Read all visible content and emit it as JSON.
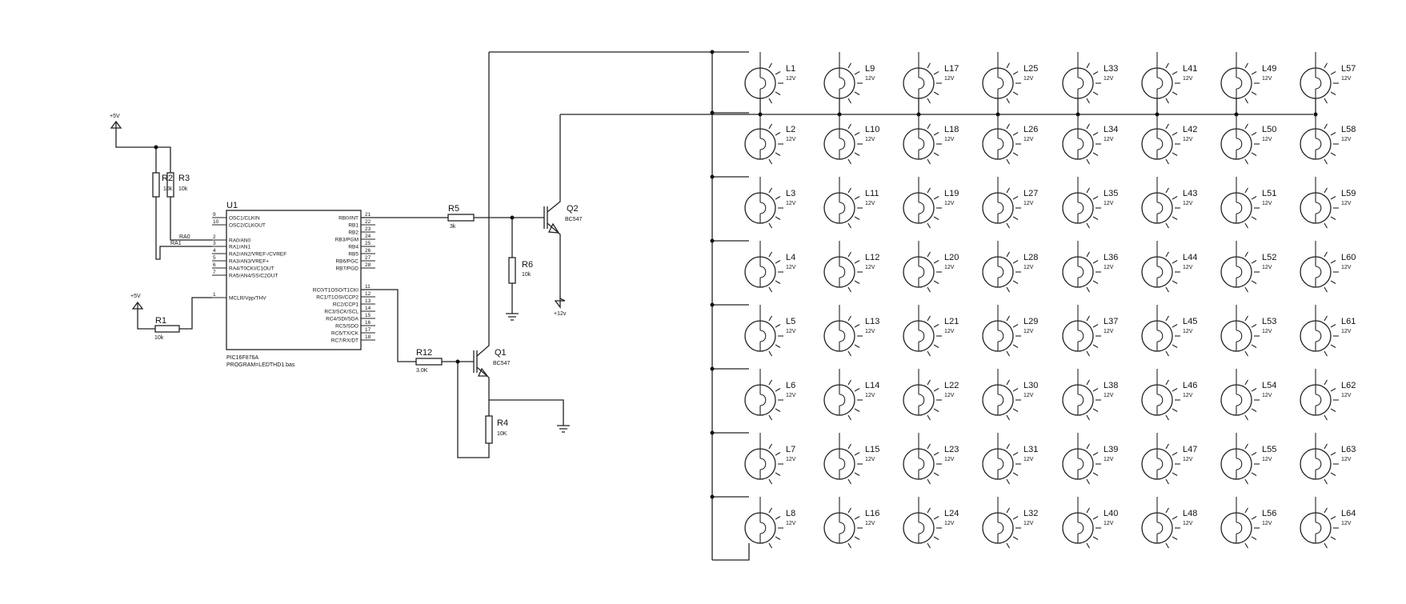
{
  "power": {
    "vcc_top": "+5V",
    "vcc_mcr": "+5V",
    "vcc_lamps": "+12v"
  },
  "mcu": {
    "ref": "U1",
    "part": "PIC16F876A",
    "program": "PROGRAM=LEDTHD1.bas",
    "left_pins": [
      {
        "num": "9",
        "name": "OSC1/CLKIN"
      },
      {
        "num": "10",
        "name": "OSC2/CLKOUT"
      },
      {
        "num": "2",
        "name": "RA0/AN0"
      },
      {
        "num": "3",
        "name": "RA1/AN1"
      },
      {
        "num": "4",
        "name": "RA2/AN2/VREF-/CVREF"
      },
      {
        "num": "5",
        "name": "RA3/AN3/VREF+"
      },
      {
        "num": "6",
        "name": "RA4/T0CKI/C1OUT"
      },
      {
        "num": "7",
        "name": "RA5/AN4/SS/C2OUT"
      },
      {
        "num": "1",
        "name": "MCLR/Vpp/THV"
      }
    ],
    "right_pins": [
      {
        "num": "21",
        "name": "RB0/INT"
      },
      {
        "num": "22",
        "name": "RB1"
      },
      {
        "num": "23",
        "name": "RB2"
      },
      {
        "num": "24",
        "name": "RB3/PGM"
      },
      {
        "num": "25",
        "name": "RB4"
      },
      {
        "num": "26",
        "name": "RB5"
      },
      {
        "num": "27",
        "name": "RB6/PGC"
      },
      {
        "num": "28",
        "name": "RB7/PGD"
      },
      {
        "num": "11",
        "name": "RC0/T1OSO/T1CKI"
      },
      {
        "num": "12",
        "name": "RC1/T1OSI/CCP2"
      },
      {
        "num": "13",
        "name": "RC2/CCP1"
      },
      {
        "num": "14",
        "name": "RC3/SCK/SCL"
      },
      {
        "num": "15",
        "name": "RC4/SDI/SDA"
      },
      {
        "num": "16",
        "name": "RC5/SDO"
      },
      {
        "num": "17",
        "name": "RC6/TX/CK"
      },
      {
        "num": "18",
        "name": "RC7/RX/DT"
      }
    ],
    "net_ra0": "RA0",
    "net_ra1": "RA1"
  },
  "resistors": {
    "r1": {
      "ref": "R1",
      "value": "10k"
    },
    "r2": {
      "ref": "R2",
      "value": "10k"
    },
    "r3": {
      "ref": "R3",
      "value": "10k"
    },
    "r4": {
      "ref": "R4",
      "value": "10K"
    },
    "r5": {
      "ref": "R5",
      "value": "3k"
    },
    "r6": {
      "ref": "R6",
      "value": "10k"
    },
    "r12": {
      "ref": "R12",
      "value": "3.0K"
    }
  },
  "transistors": {
    "q1": {
      "ref": "Q1",
      "part": "BC547"
    },
    "q2": {
      "ref": "Q2",
      "part": "BC547"
    }
  },
  "lamps": {
    "value": "12V",
    "labels": [
      [
        "L1",
        "L9",
        "L17",
        "L25",
        "L33",
        "L41",
        "L49",
        "L57"
      ],
      [
        "L2",
        "L10",
        "L18",
        "L26",
        "L34",
        "L42",
        "L50",
        "L58"
      ],
      [
        "L3",
        "L11",
        "L19",
        "L27",
        "L35",
        "L43",
        "L51",
        "L59"
      ],
      [
        "L4",
        "L12",
        "L20",
        "L28",
        "L36",
        "L44",
        "L52",
        "L60"
      ],
      [
        "L5",
        "L13",
        "L21",
        "L29",
        "L37",
        "L45",
        "L53",
        "L61"
      ],
      [
        "L6",
        "L14",
        "L22",
        "L30",
        "L38",
        "L46",
        "L54",
        "L62"
      ],
      [
        "L7",
        "L15",
        "L23",
        "L31",
        "L39",
        "L47",
        "L55",
        "L63"
      ],
      [
        "L8",
        "L16",
        "L24",
        "L32",
        "L40",
        "L48",
        "L56",
        "L64"
      ]
    ]
  }
}
